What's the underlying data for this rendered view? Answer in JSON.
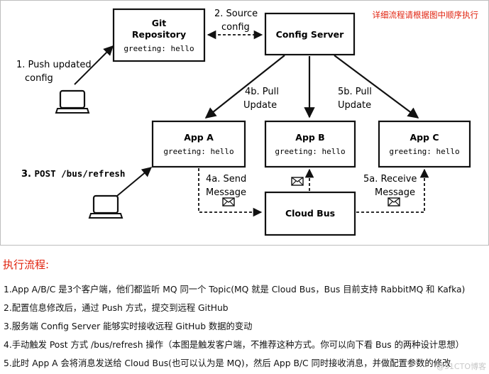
{
  "note_red": "详细流程请根据图中顺序执行",
  "git_repo": {
    "title_line1": "Git",
    "title_line2": "Repository",
    "greeting": "greeting: hello"
  },
  "config_server": {
    "title": "Config Server"
  },
  "source_config": {
    "line1": "2. Source",
    "line2": "config"
  },
  "push_config": {
    "line1": "1. Push updated",
    "line2": "config"
  },
  "pull_a": {
    "line1": "4b. Pull",
    "line2": "Update"
  },
  "pull_c": {
    "line1": "5b. Pull",
    "line2": "Update"
  },
  "app_a": {
    "title": "App A",
    "greeting": "greeting: hello"
  },
  "app_b": {
    "title": "App B",
    "greeting": "greeting: hello"
  },
  "app_c": {
    "title": "App C",
    "greeting": "greeting: hello"
  },
  "post_refresh": {
    "prefix": "3. ",
    "code": "POST /bus/refresh"
  },
  "send_message": {
    "line1": "4a. Send",
    "line2": "Message"
  },
  "receive_message": {
    "line1": "5a. Receive",
    "line2": "Message"
  },
  "cloud_bus": {
    "title": "Cloud Bus"
  },
  "notes": {
    "title": "执行流程:",
    "steps": [
      "1.App A/B/C 是3个客户端，他们都监听 MQ 同一个 Topic(MQ 就是 Cloud Bus，Bus 目前支持 RabbitMQ 和 Kafka)",
      "2.配置信息修改后，通过 Push 方式，提交到远程 GitHub",
      "3.服务端 Config Server 能够实时接收远程 GitHub 数据的变动",
      "4.手动触发 Post 方式 /bus/refresh 操作（本图是触发客户端，不推荐这种方式。你可以向下看 Bus 的两种设计思想）",
      "5.此时 App A 会将消息发送给 Cloud Bus(也可以认为是 MQ)，然后 App B/C 同时接收消息，并做配置参数的修改"
    ]
  },
  "watermark": "@51CTO博客"
}
